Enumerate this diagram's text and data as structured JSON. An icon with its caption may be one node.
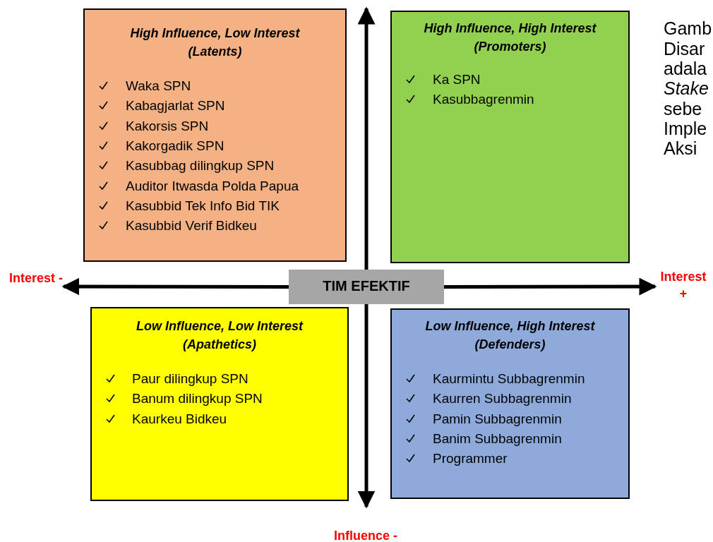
{
  "diagram": {
    "nodes": [
      {
        "text": [
          "High Influence, Low Interest (Latents)",
          "Waka SPN",
          "Kabagjarlat SPN",
          "Kakorsis SPN",
          "Kakorgadik SPN",
          "Kasubbag dilingkup SPN",
          "Auditor Itwasda Polda Papua",
          "Kasubbid Tek Info Bid TIK",
          "Kasubbid Verif Bidkeu"
        ]
      },
      {
        "text": [
          "High Influence, High Interest (Promoters)",
          "Ka SPN",
          "Kasubbagrenmin"
        ]
      },
      {
        "text": [
          "TIM EFEKTIF"
        ]
      },
      {
        "text": [
          "Low Influence, Low Interest (Apathetics)",
          "Paur dilingkup SPN",
          "Banum dilingkup SPN",
          "Kaurkeu Bidkeu"
        ]
      },
      {
        "text": [
          "Low Influence, High Interest (Defenders)",
          "Kaurmintu Subbagrenmin",
          "Kaurren Subbagrenmin",
          "Pamin Subbagrenmin",
          "Banim Subbagrenmin",
          "Programmer"
        ]
      },
      {
        "text": [
          "Interest -"
        ]
      },
      {
        "text": [
          "Interest +"
        ]
      }
    ],
    "edges": [
      {
        "from": 2,
        "to": 5,
        "arrow": "to"
      },
      {
        "from": 2,
        "to": 6,
        "arrow": "to"
      }
    ],
    "labels": [
      "Gamb",
      "Disar",
      "adala",
      "*Stake*",
      "sebe",
      "Imple",
      "Aksi",
      "Influence -"
    ]
  }
}
